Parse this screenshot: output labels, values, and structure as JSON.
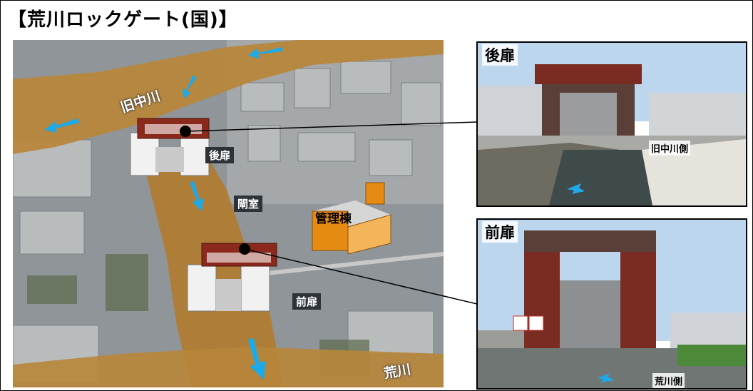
{
  "title": "【荒川ロックゲート(国)】",
  "aerial": {
    "river_old_nakagawa": "旧中川",
    "rear_gate": "後扉",
    "chamber": "閘室",
    "front_gate": "前扉",
    "management_building": "管理棟",
    "river_arakawa": "荒川"
  },
  "photos": {
    "rear": {
      "title": "後扉",
      "side_label": "旧中川側"
    },
    "front": {
      "title": "前扉",
      "side_label": "荒川側"
    }
  },
  "colors": {
    "river": "#b8863a",
    "arrow": "#1ea9e8",
    "gate_red": "#8b2a1c",
    "building": "#e58a12"
  }
}
